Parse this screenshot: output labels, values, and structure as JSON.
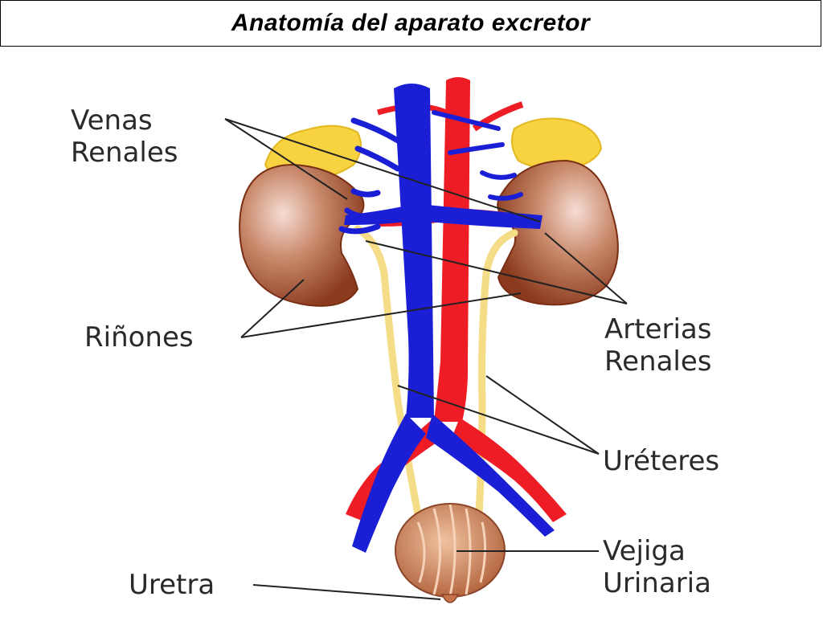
{
  "title": "Anatomía  del  aparato  excretor",
  "labels": {
    "venas_renales_line1": "Venas",
    "venas_renales_line2": "Renales",
    "rinones": "Riñones",
    "arterias_renales_line1": "Arterias",
    "arterias_renales_line2": "Renales",
    "ureteres": "Uréteres",
    "vejiga_line1": "Vejiga",
    "vejiga_line2": "Urinaria",
    "uretra": "Uretra"
  },
  "colors": {
    "vein": "#1a1fd6",
    "artery": "#ee1c25",
    "kidney": "#a0522d",
    "adrenal": "#f7d341",
    "ureter": "#f5dc86",
    "bladder": "#c8734b"
  }
}
